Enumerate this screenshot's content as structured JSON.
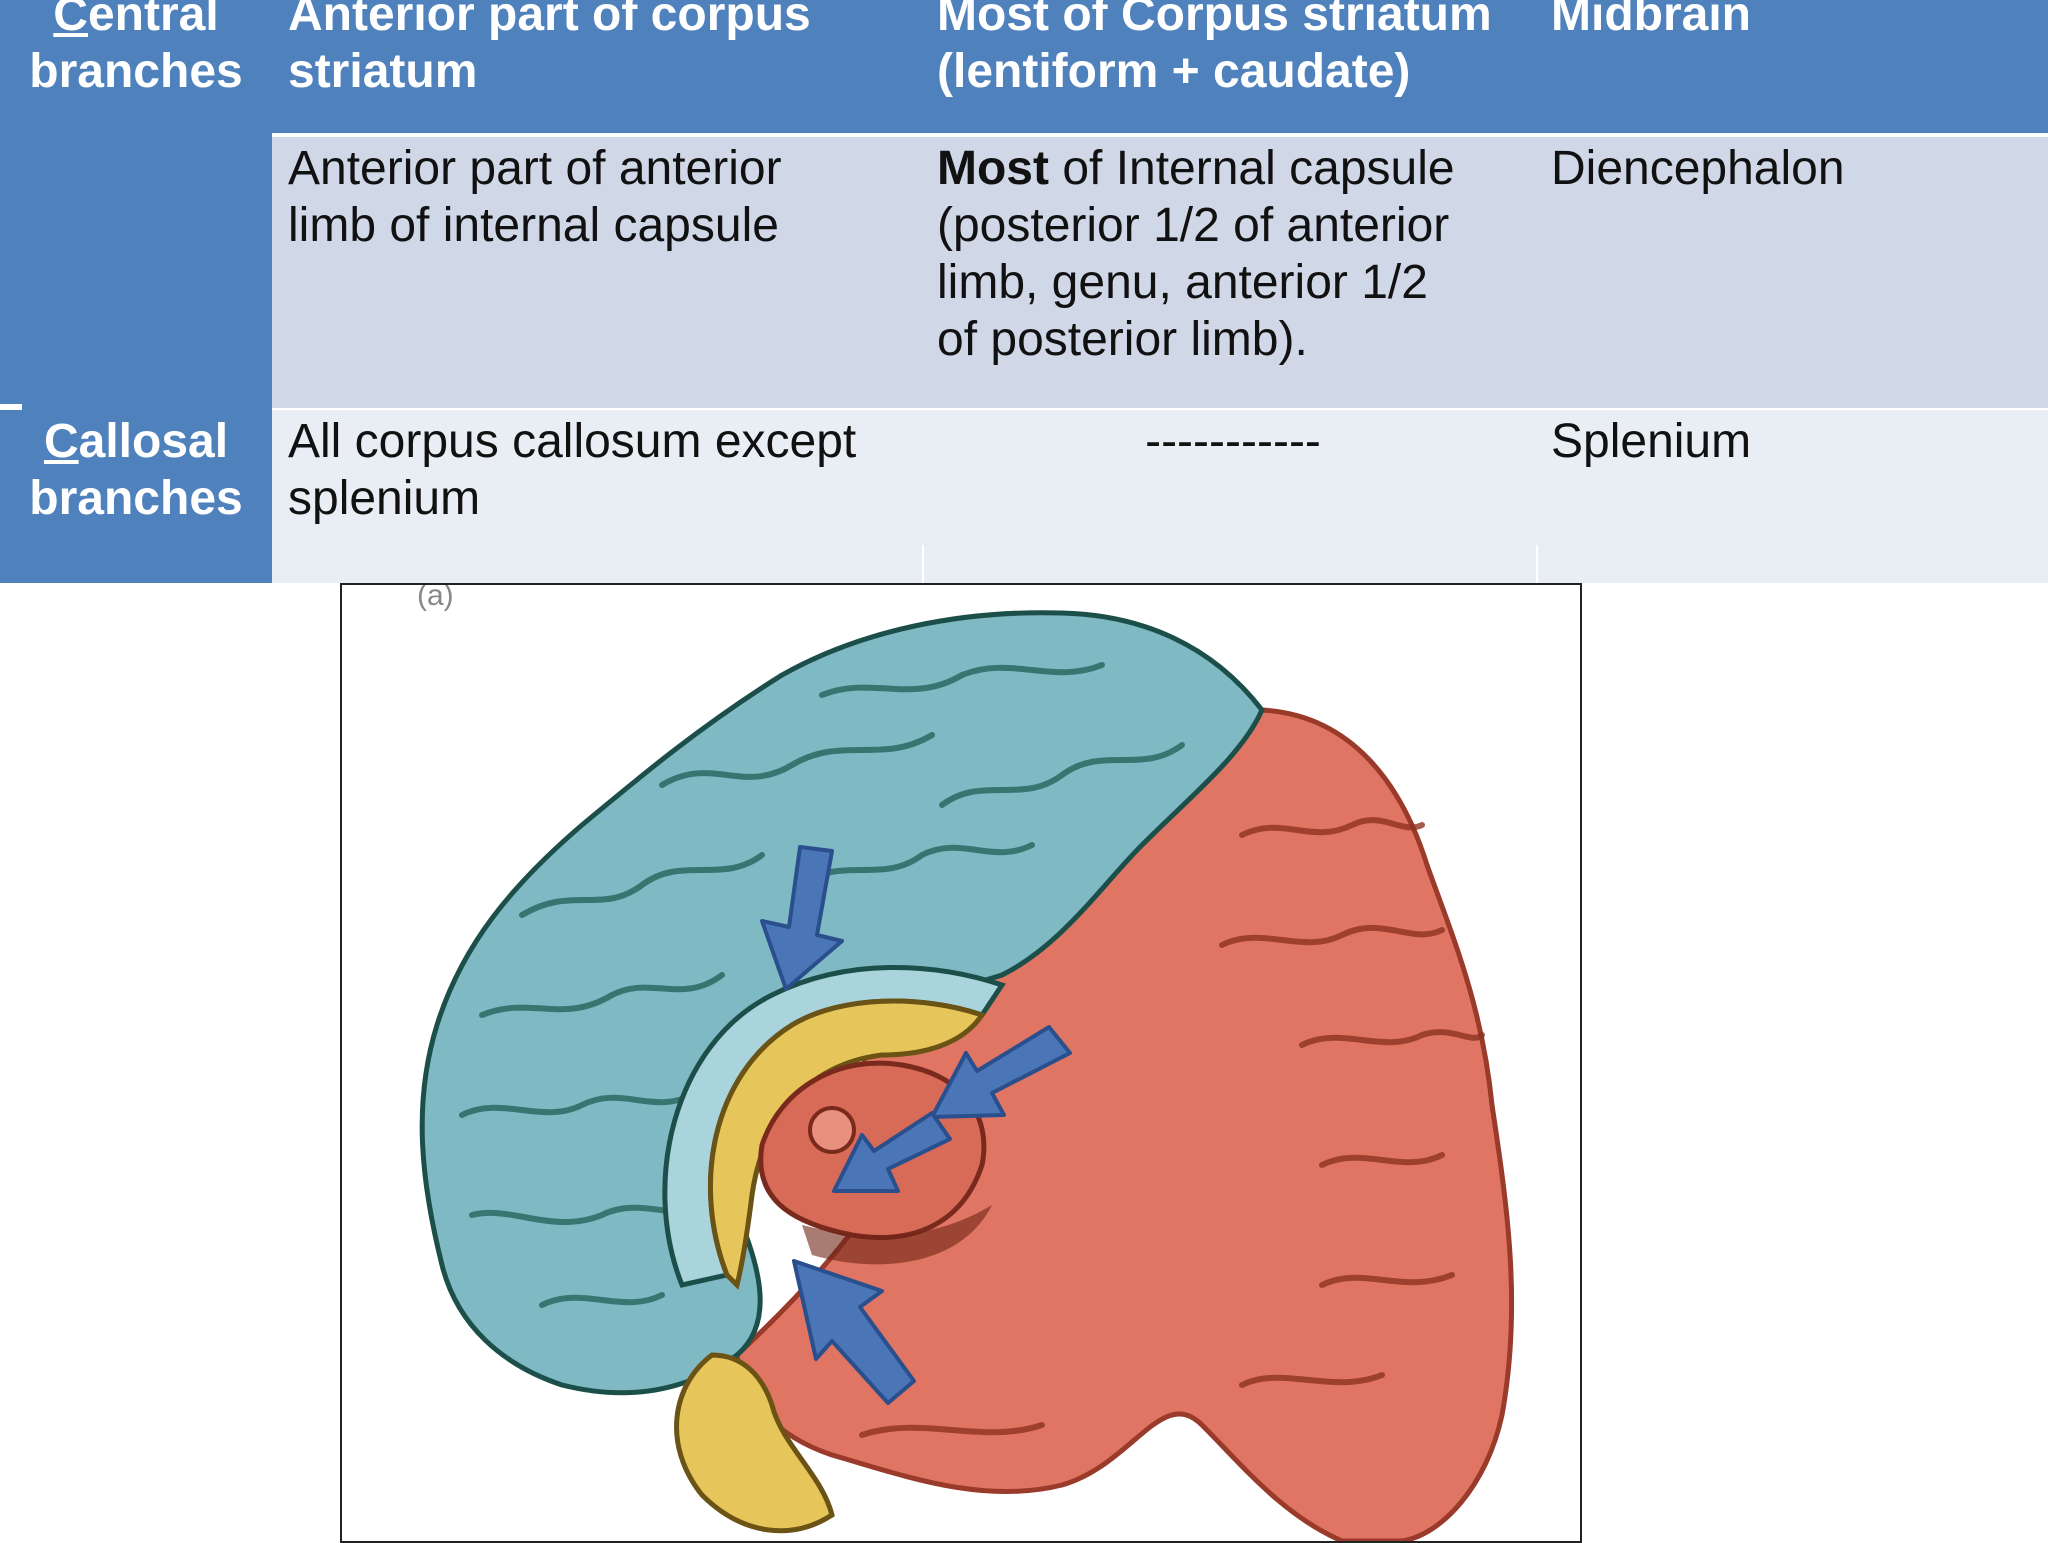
{
  "colors": {
    "header_blue": "#4f81bd",
    "row_odd": "#d0d8e8",
    "row_even": "#e9edf4",
    "region_blue": "#7fb9c4",
    "region_red": "#e07563",
    "region_yellow": "#e6c65a",
    "arrow": "#4a76b8"
  },
  "table": {
    "header": {
      "row_label_first": "C",
      "row_label_rest": "entral",
      "row_label_line2": "branches",
      "col1": [
        "Anterior part of corpus",
        "striatum"
      ],
      "col2": [
        "Most of Corpus striatum",
        "(lentiform + caudate)"
      ],
      "col3": "Midbrain"
    },
    "row1": {
      "col1": [
        "Anterior part of anterior",
        "limb of internal capsule"
      ],
      "col2_bold": "Most",
      "col2_line1_rest": " of Internal capsule",
      "col2_lines": [
        "(posterior 1/2 of anterior",
        "limb, genu, anterior 1/2",
        "of posterior limb)."
      ],
      "col3": "Diencephalon"
    },
    "row2": {
      "label_first": "C",
      "label_rest": "allosal",
      "label_line2": "branches",
      "col1": [
        "All corpus callosum except",
        "splenium"
      ],
      "col2": "-----------",
      "col3": "Splenium"
    }
  },
  "figure": {
    "panel_letter": "(a)",
    "icon": "brain-medial-surface-icon"
  }
}
